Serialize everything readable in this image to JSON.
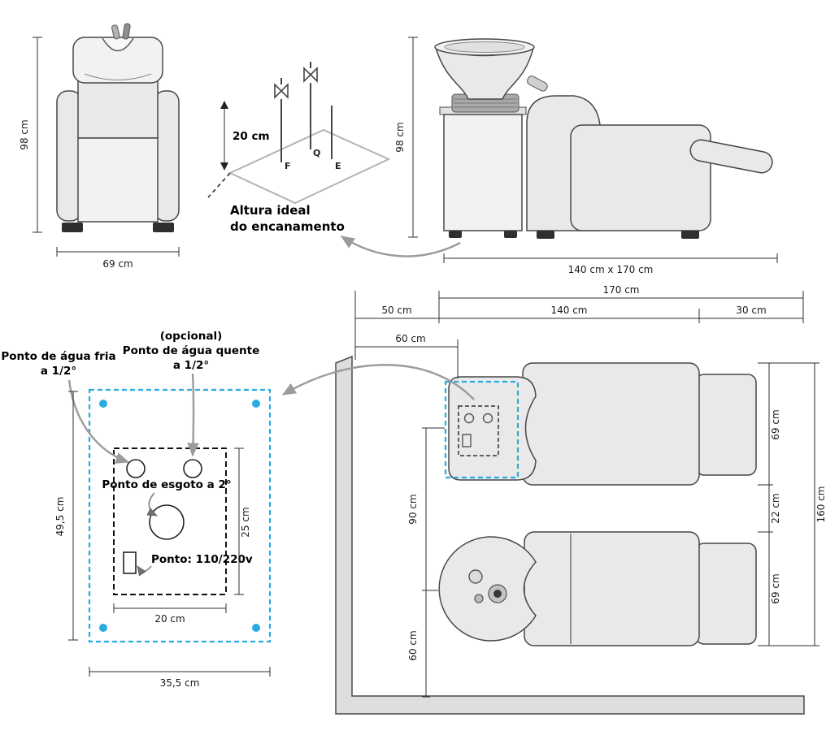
{
  "colors": {
    "accent_blue": "#29abe2",
    "line": "#2e2e2e",
    "fill_light": "#e9e9e9",
    "leader_gray": "#9b9b9b"
  },
  "front_view": {
    "height_label": "98 cm",
    "width_label": "69 cm"
  },
  "plumbing": {
    "dim_label": "20 cm",
    "point_f": "F",
    "point_q": "Q",
    "point_e": "E",
    "caption_line1": "Altura ideal",
    "caption_line2": "do encanamento"
  },
  "side_view": {
    "height_label": "98 cm",
    "footprint_label": "140 cm x 170 cm"
  },
  "install_detail": {
    "cold_water_line1": "Ponto de água fria",
    "cold_water_line2": "a 1/2°",
    "hot_water_line1": "(opcional)",
    "hot_water_line2": "Ponto de água quente",
    "hot_water_line3": "a 1/2°",
    "drain_label": "Ponto de esgoto a 2°",
    "power_label": "Ponto: 110/220v",
    "dim_height": "49,5 cm",
    "dim_inner_height": "25 cm",
    "dim_inner_width": "20 cm",
    "dim_width": "35,5 cm"
  },
  "plan_view": {
    "dim_total_width": "170 cm",
    "dim_wall_offset": "50 cm",
    "dim_unit_length": "140 cm",
    "dim_right_margin": "30 cm",
    "dim_point_offset": "60 cm",
    "dim_center_spacing": "90 cm",
    "dim_wall_distance": "60 cm",
    "dim_unit1_width": "69 cm",
    "dim_gap": "22 cm",
    "dim_unit2_width": "69 cm",
    "dim_total_depth": "160 cm"
  }
}
